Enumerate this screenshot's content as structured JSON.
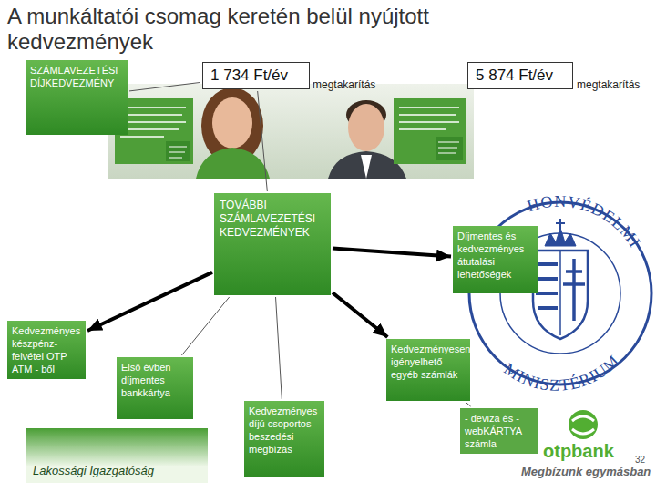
{
  "diagram": {
    "title": "A munkáltatói csomag keretén belül nyújtott kedvezmények",
    "nodes": [
      {
        "text": [
          "SZÁMLAVEZETÉSI DÍJKEDVEZMÉNY"
        ]
      },
      {
        "text": [
          "1 734 Ft/év"
        ]
      },
      {
        "text": [
          "5 874 Ft/év"
        ]
      },
      {
        "text": [
          "TOVÁBBI SZÁMLAVEZETÉSI KEDVEZMÉNYEK"
        ]
      },
      {
        "text": [
          "Kedvezményes készpénz-felvétel OTP ATM - ből"
        ]
      },
      {
        "text": [
          "Első évben díjmentes bankkártya"
        ]
      },
      {
        "text": [
          "Kedvezményes díjú csoportos beszedési megbízás"
        ]
      },
      {
        "text": [
          "Kedvezményesen igényelhető egyéb számlák"
        ]
      },
      {
        "text": [
          "Díjmentes és kedvezményes átutalási lehetőségek"
        ]
      },
      {
        "text": [
          "- deviza és - webKÁRTYA számla"
        ]
      },
      {
        "text": [
          "Lakossági Igazgatóság"
        ]
      }
    ],
    "edges": [
      {
        "from": 0,
        "to": 1,
        "arrow": "none"
      },
      {
        "from": 1,
        "to": 3,
        "arrow": "none"
      },
      {
        "from": 3,
        "to": 4,
        "arrow": "to"
      },
      {
        "from": 3,
        "to": 5,
        "arrow": "none"
      },
      {
        "from": 3,
        "to": 6,
        "arrow": "none"
      },
      {
        "from": 3,
        "to": 7,
        "arrow": "to"
      },
      {
        "from": 3,
        "to": 8,
        "arrow": "to"
      },
      {
        "from": 7,
        "to": 9,
        "arrow": "none"
      }
    ],
    "labels": [
      "megtakarítás",
      "megtakarítás",
      "HONVÉDELMI",
      "MINISZTÉRIUM",
      "otpbank",
      "Megbízunk egymásban",
      "32"
    ]
  }
}
